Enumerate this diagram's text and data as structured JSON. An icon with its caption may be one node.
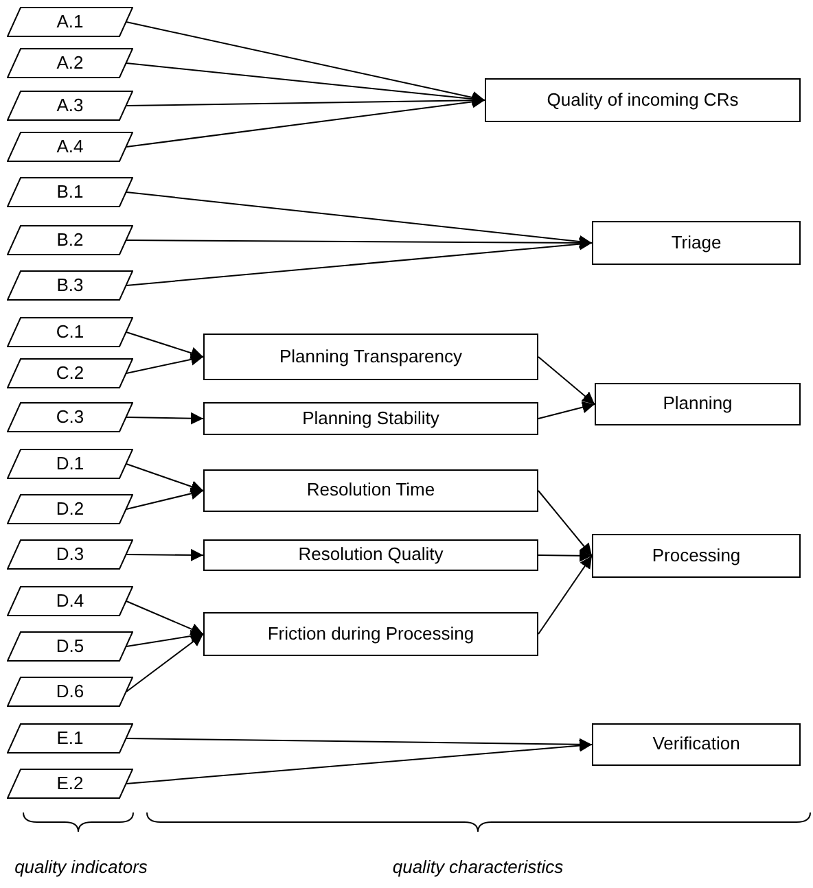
{
  "diagram": {
    "nodes": [
      {
        "text": [
          "A.1"
        ]
      },
      {
        "text": [
          "A.2"
        ]
      },
      {
        "text": [
          "A.3"
        ]
      },
      {
        "text": [
          "A.4"
        ]
      },
      {
        "text": [
          "Quality of incoming CRs"
        ]
      },
      {
        "text": [
          "B.1"
        ]
      },
      {
        "text": [
          "B.2"
        ]
      },
      {
        "text": [
          "B.3"
        ]
      },
      {
        "text": [
          "Triage"
        ]
      },
      {
        "text": [
          "C.1"
        ]
      },
      {
        "text": [
          "C.2"
        ]
      },
      {
        "text": [
          "Planning Transparency"
        ]
      },
      {
        "text": [
          "C.3"
        ]
      },
      {
        "text": [
          "Planning Stability"
        ]
      },
      {
        "text": [
          "Planning"
        ]
      },
      {
        "text": [
          "D.1"
        ]
      },
      {
        "text": [
          "D.2"
        ]
      },
      {
        "text": [
          "Resolution Time"
        ]
      },
      {
        "text": [
          "D.3"
        ]
      },
      {
        "text": [
          "Resolution Quality"
        ]
      },
      {
        "text": [
          "Processing"
        ]
      },
      {
        "text": [
          "D.4"
        ]
      },
      {
        "text": [
          "D.5"
        ]
      },
      {
        "text": [
          "D.6"
        ]
      },
      {
        "text": [
          "Friction during Processing"
        ]
      },
      {
        "text": [
          "E.1"
        ]
      },
      {
        "text": [
          "E.2"
        ]
      },
      {
        "text": [
          "Verification"
        ]
      }
    ],
    "edges": [
      {
        "from": 0,
        "to": 4,
        "arrow": "to"
      },
      {
        "from": 1,
        "to": 4,
        "arrow": "to"
      },
      {
        "from": 2,
        "to": 4,
        "arrow": "to"
      },
      {
        "from": 3,
        "to": 4,
        "arrow": "to"
      },
      {
        "from": 5,
        "to": 8,
        "arrow": "to"
      },
      {
        "from": 6,
        "to": 8,
        "arrow": "to"
      },
      {
        "from": 7,
        "to": 8,
        "arrow": "to"
      },
      {
        "from": 9,
        "to": 11,
        "arrow": "to"
      },
      {
        "from": 10,
        "to": 11,
        "arrow": "to"
      },
      {
        "from": 12,
        "to": 13,
        "arrow": "to"
      },
      {
        "from": 11,
        "to": 14,
        "arrow": "to"
      },
      {
        "from": 13,
        "to": 14,
        "arrow": "to"
      },
      {
        "from": 15,
        "to": 17,
        "arrow": "to"
      },
      {
        "from": 16,
        "to": 17,
        "arrow": "to"
      },
      {
        "from": 18,
        "to": 19,
        "arrow": "to"
      },
      {
        "from": 17,
        "to": 20,
        "arrow": "to"
      },
      {
        "from": 19,
        "to": 20,
        "arrow": "to"
      },
      {
        "from": 24,
        "to": 20,
        "arrow": "to"
      },
      {
        "from": 21,
        "to": 24,
        "arrow": "to"
      },
      {
        "from": 22,
        "to": 24,
        "arrow": "to"
      },
      {
        "from": 23,
        "to": 24,
        "arrow": "to"
      },
      {
        "from": 25,
        "to": 27,
        "arrow": "to"
      },
      {
        "from": 26,
        "to": 27,
        "arrow": "to"
      }
    ],
    "labels": [
      "quality indicators",
      "quality characteristics"
    ]
  }
}
